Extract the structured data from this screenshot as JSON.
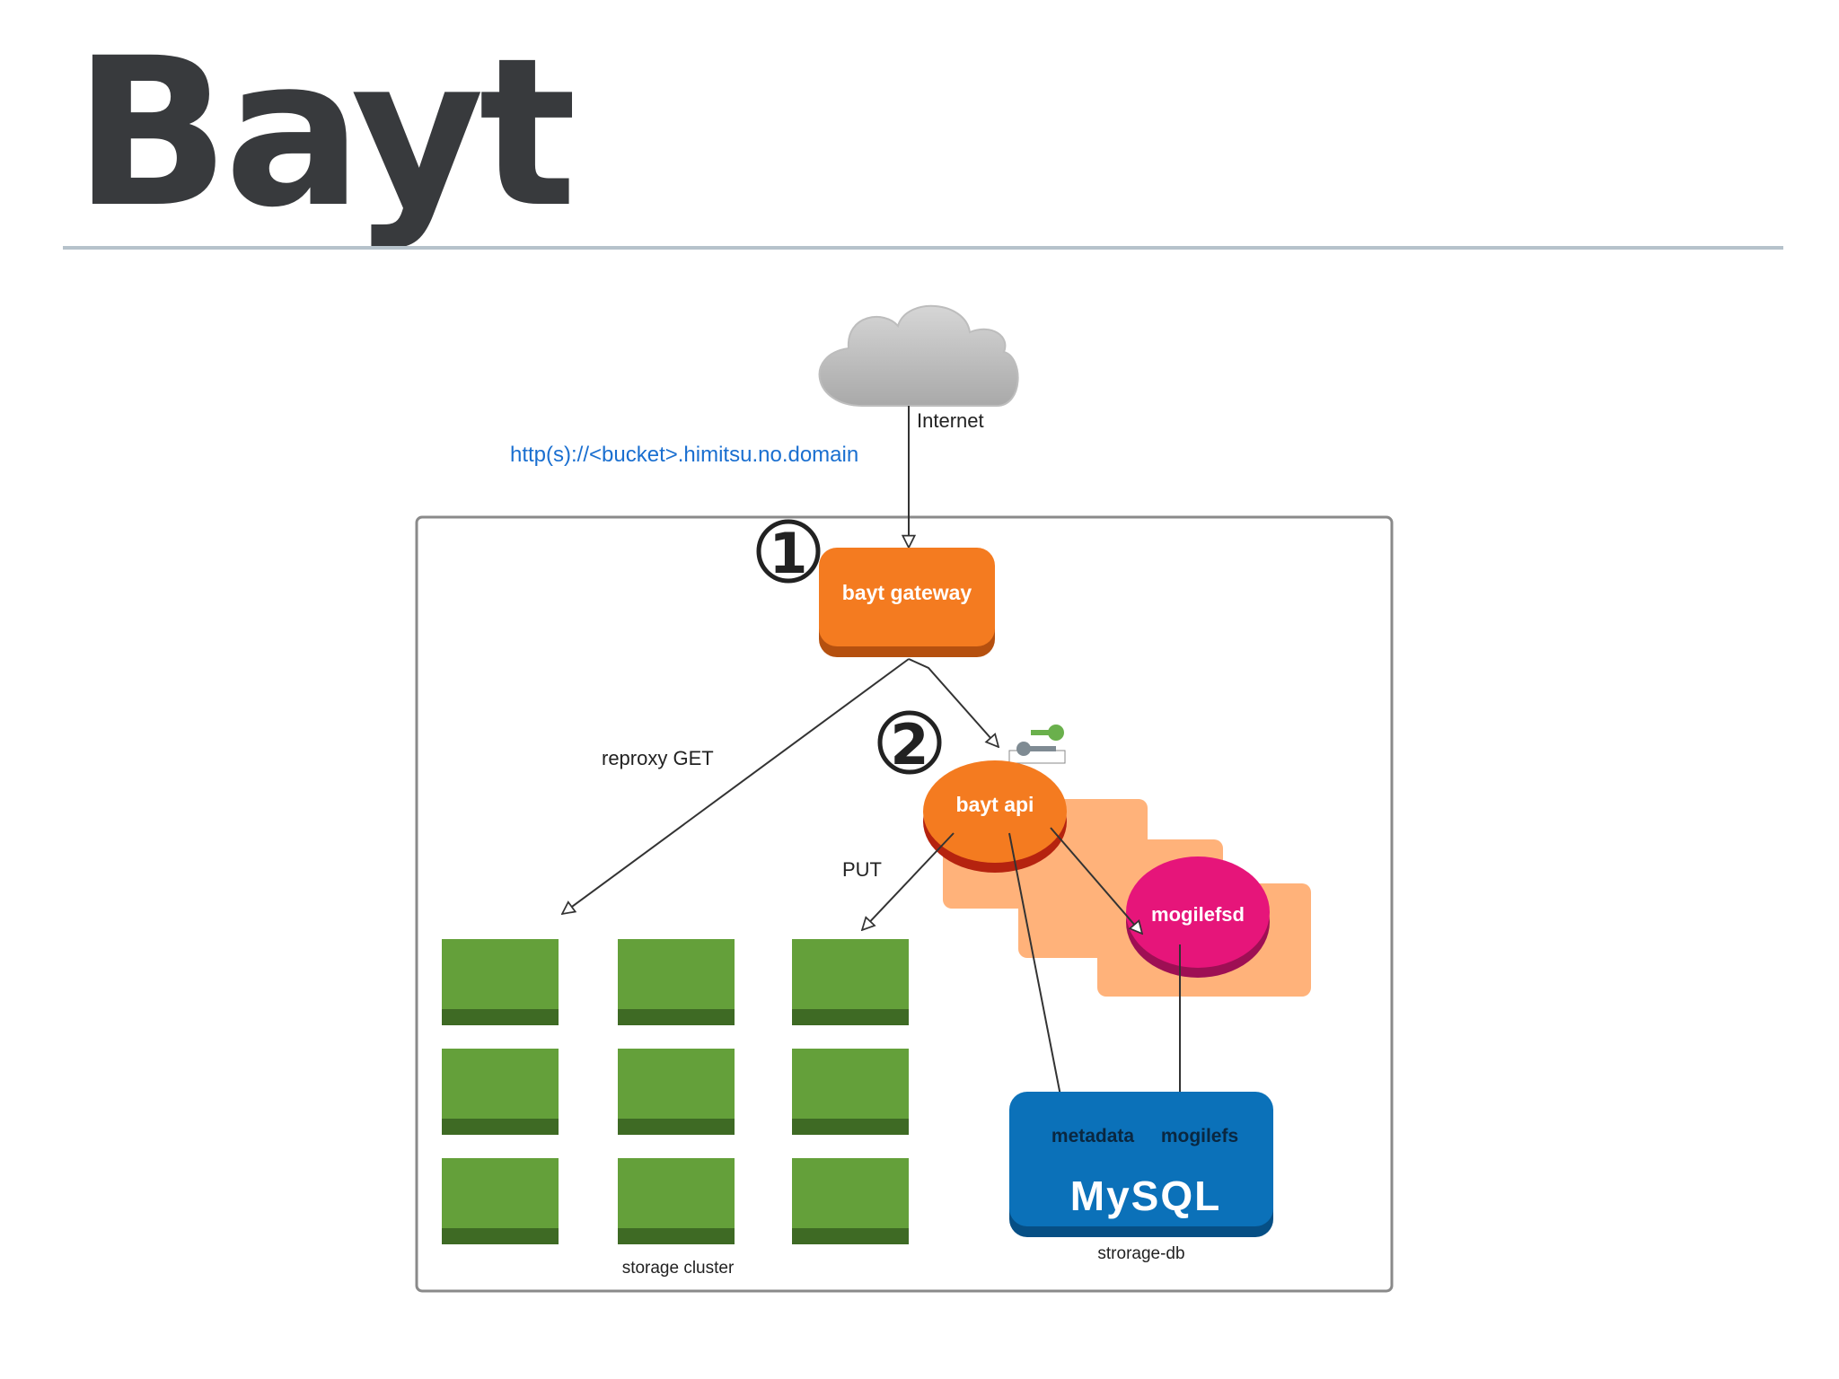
{
  "slide": {
    "title": "Bayt"
  },
  "diagram": {
    "url_label": "http(s)://<bucket>.himitsu.no.domain",
    "internet_label": "Internet",
    "step1_marker": "①",
    "step2_marker": "②",
    "gateway_label": "bayt gateway",
    "api_label": "bayt api",
    "mogilefsd_label": "mogilefsd",
    "reproxy_label": "reproxy GET",
    "put_label": "PUT",
    "storage_cluster_label": "storage cluster",
    "db_metadata_label": "metadata",
    "db_mogilefs_label": "mogilefs",
    "db_logo_label": "MySQL",
    "storage_db_label": "strorage-db",
    "icons": [
      "cloud-icon",
      "key-icon",
      "storage-node-icon"
    ],
    "colors": {
      "gateway": "#f47b20",
      "api": "#f47b20",
      "mogilefsd": "#e6157a",
      "mysql": "#0b71b9",
      "storage_node": "#64a03a",
      "tracker_shadow": "#ffb27a",
      "url_text": "#1a6fd0"
    }
  }
}
